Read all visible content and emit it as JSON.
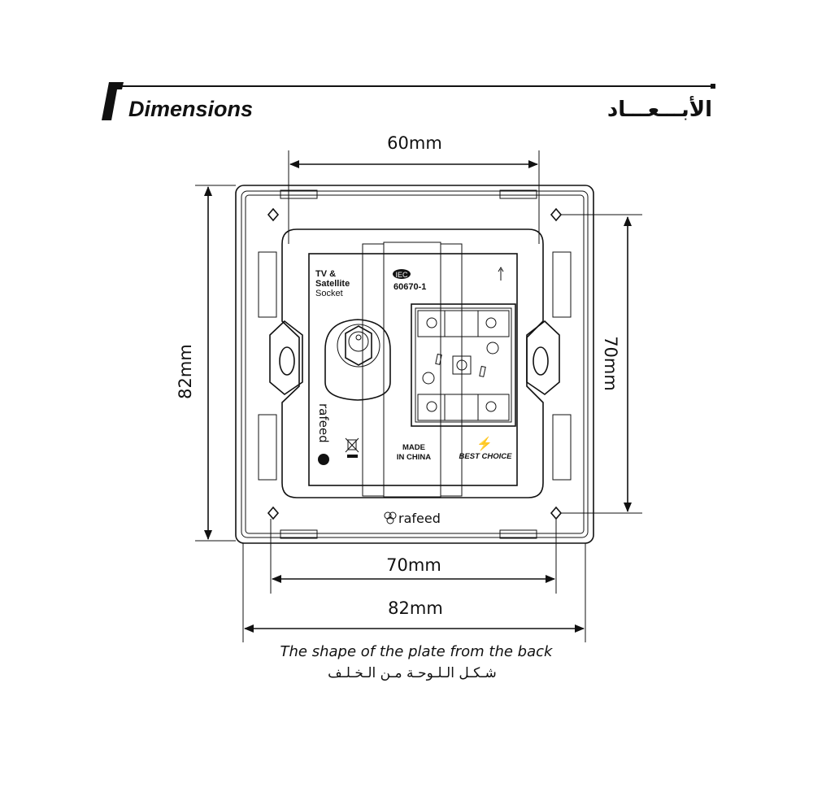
{
  "header": {
    "title_en": "Dimensions",
    "title_ar": "الأبـــعـــاد"
  },
  "dimensions": {
    "top_width": "60mm",
    "left_height": "82mm",
    "right_height": "70mm",
    "bottom_inner_width": "70mm",
    "bottom_outer_width": "82mm"
  },
  "socket": {
    "type_line1": "TV &",
    "type_line2": "Satellite",
    "type_line3": "Socket",
    "standard_badge": "IEC",
    "standard_number": "60670-1",
    "brand": "rafeed",
    "origin_line1": "MADE",
    "origin_line2": "IN CHINA",
    "quality_label": "BEST CHOICE",
    "plate_brand": "rafeed"
  },
  "caption": {
    "en": "The shape of the plate from the back",
    "ar": "شـكـل الـلـوحـة مـن الـخـلـف"
  }
}
